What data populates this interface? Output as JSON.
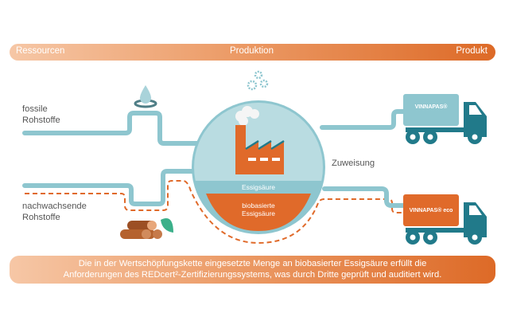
{
  "header": {
    "stages": [
      "Ressourcen",
      "Produktion",
      "Produkt"
    ]
  },
  "resources": {
    "fossil": [
      "fossile",
      "Rohstoffe"
    ],
    "renewable": [
      "nachwachsende",
      "Rohstoffe"
    ]
  },
  "production": {
    "band_label": "Essigsäure",
    "bio_label": [
      "biobasierte",
      "Essigsäure"
    ]
  },
  "allocation_label": "Zuweisung",
  "products": {
    "standard": "VINNAPAS®",
    "eco": "VINNAPAS® eco"
  },
  "footer": {
    "lines": [
      "Die in der Wertschöpfungskette eingesetzte Menge an biobasierter Essigsäure erfüllt die",
      "Anforderungen des REDcert²-Zertifizierungssystems, was durch Dritte geprüft und auditiert wird."
    ]
  },
  "colors": {
    "teal_light": "#8ec6cf",
    "teal_dark": "#217a8a",
    "circle_fill": "#b9dce1",
    "orange": "#e06a2a",
    "wood": "#b5622e",
    "leaf": "#3bb08a"
  }
}
